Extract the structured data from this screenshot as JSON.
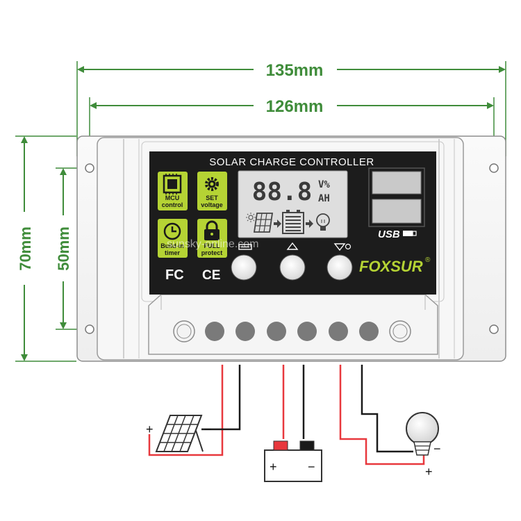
{
  "dimensions": {
    "total_width": "135mm",
    "hole_width": "126mm",
    "total_height": "70mm",
    "hole_height": "50mm"
  },
  "panel": {
    "title": "SOLAR CHARGE CONTROLLER",
    "brand": "FOXSUR",
    "registered_mark": "®",
    "fc_mark": "FC",
    "ce_mark": "CE",
    "usb_label": "USB"
  },
  "features": {
    "mcu": [
      "MCU",
      "control"
    ],
    "set": [
      "SET",
      "voltage"
    ],
    "timer": [
      "Build-in",
      "timer"
    ],
    "protect": [
      "FULL",
      "protect"
    ]
  },
  "lcd": {
    "digits": "88.8",
    "unit_top": "V%",
    "unit_bottom": "AH"
  },
  "watermark": "sunsky-online.com",
  "wiring": {
    "solar_plus": "+",
    "solar_minus": "−",
    "battery_plus": "+",
    "battery_minus": "−",
    "load_plus": "+",
    "load_minus": "−"
  },
  "colors": {
    "dimension": "#3f8c3a",
    "panel_bg": "#1c1c1c",
    "badge": "#b5d334",
    "brand": "#b5d334",
    "lcd_bg": "#dedede",
    "wire_red": "#e8383d",
    "wire_black": "#1a1a1a"
  },
  "icons": {
    "mcu": "chip-icon",
    "set": "gear-icon",
    "timer": "clock-icon",
    "protect": "lock-icon"
  }
}
